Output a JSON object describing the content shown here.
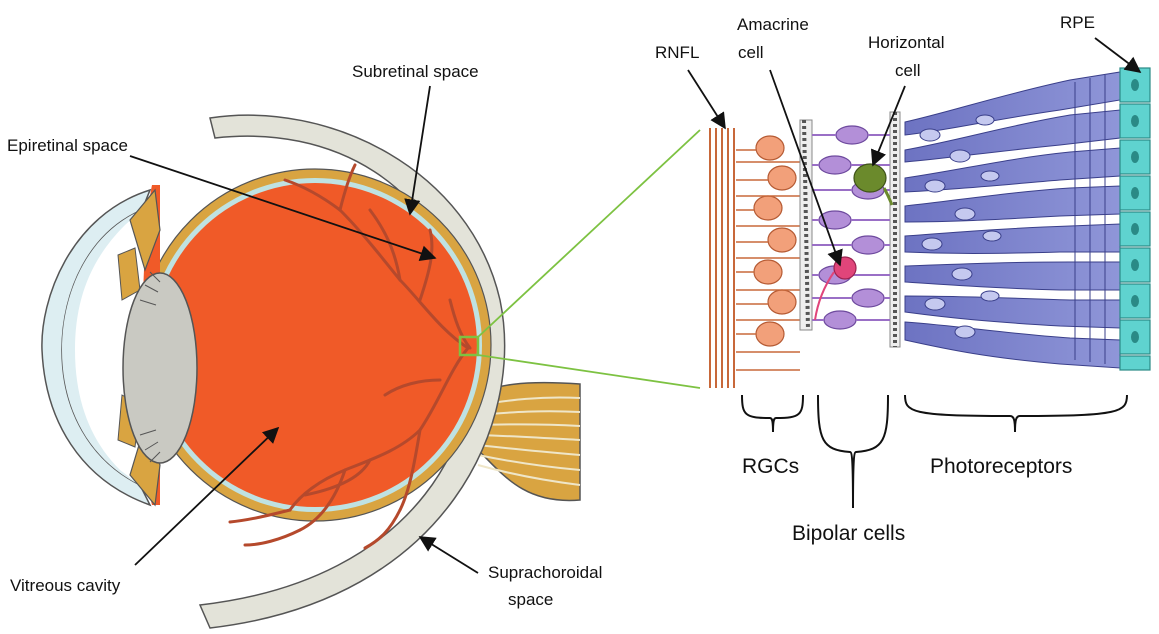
{
  "eye_labels": {
    "subretinal_space": "Subretinal space",
    "epiretinal_space": "Epiretinal space",
    "vitreous_cavity": "Vitreous cavity",
    "suprachoroidal_line1": "Suprachoroidal",
    "suprachoroidal_line2": "space"
  },
  "retina_labels": {
    "rnfl": "RNFL",
    "amacrine_line1": "Amacrine",
    "amacrine_line2": "cell",
    "horizontal_line1": "Horizontal",
    "horizontal_line2": "cell",
    "rpe": "RPE",
    "rgcs": "RGCs",
    "bipolar_cells": "Bipolar cells",
    "photoreceptors": "Photoreceptors"
  },
  "colors": {
    "vitreous": "#f05a28",
    "vessels": "#b5492c",
    "sclera": "#e3e3d9",
    "choroid": "#d9a441",
    "retina_line": "#bfe2e2",
    "lens": "#c9c9c2",
    "cornea": "#ddeef2",
    "zoom_lines": "#7dc242",
    "nerve_fiber": "#c8683a",
    "ganglion": "#f2a07a",
    "bipolar": "#9a6fc6",
    "horizontal_cell": "#6b8a2c",
    "amacrine_cell": "#e0457a",
    "photoreceptor": "#5a5fb0",
    "rpe": "#5fd3cf"
  }
}
